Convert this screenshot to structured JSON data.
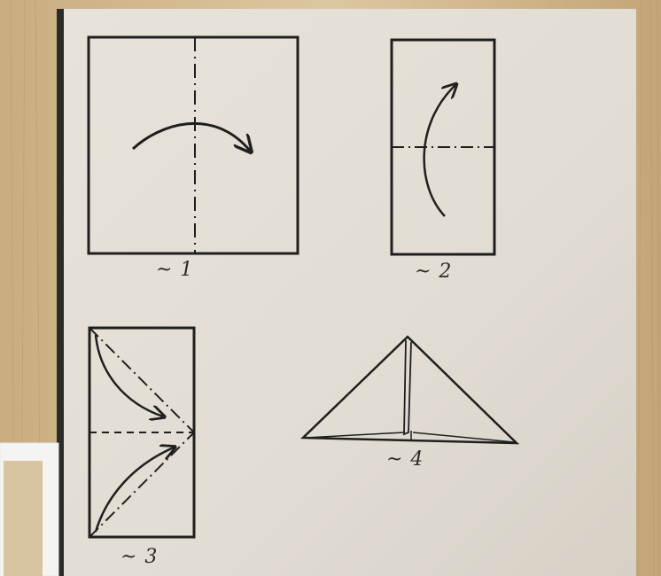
{
  "photo": {
    "colors": {
      "wood_light": "#dcc7a2",
      "wood_dark": "#b99a6d",
      "paper": "#e4dfd6",
      "paper_shade": "#cfc9bf",
      "ink": "#1f1f1f",
      "binding_edge": "#2b2b2b"
    },
    "diagrams": [
      {
        "step_label": "~ 1",
        "fold_line": "vertical",
        "arrow": "curved-right"
      },
      {
        "step_label": "~ 2",
        "fold_line": "horizontal",
        "arrow": "curved-up"
      },
      {
        "step_label": "~ 3",
        "fold_line": "diagonal-to-center",
        "arrow": "corners-to-center"
      },
      {
        "step_label": "~ 4",
        "fold_line": "none",
        "arrow": "none"
      }
    ]
  }
}
